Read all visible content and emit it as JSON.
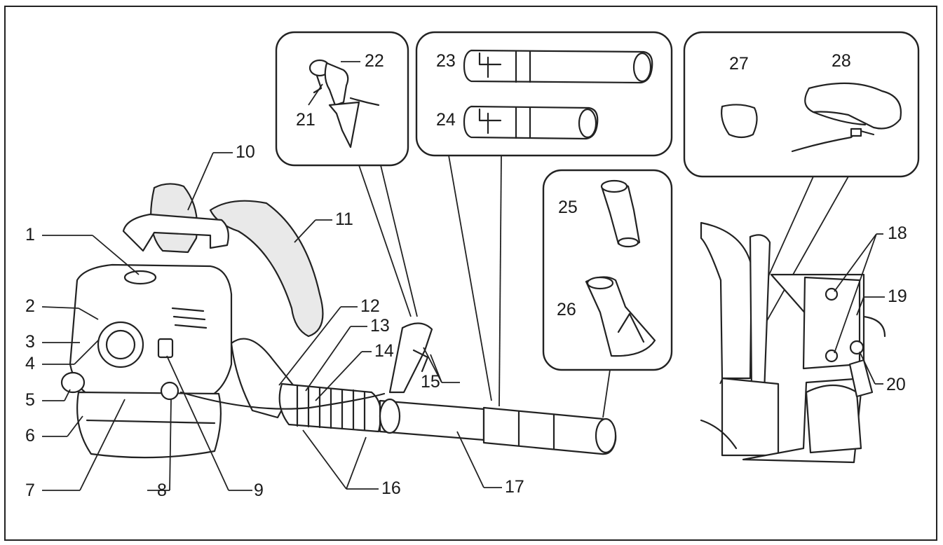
{
  "figure": {
    "callouts": [
      {
        "id": 1,
        "label": "1"
      },
      {
        "id": 2,
        "label": "2"
      },
      {
        "id": 3,
        "label": "3"
      },
      {
        "id": 4,
        "label": "4"
      },
      {
        "id": 5,
        "label": "5"
      },
      {
        "id": 6,
        "label": "6"
      },
      {
        "id": 7,
        "label": "7"
      },
      {
        "id": 8,
        "label": "8"
      },
      {
        "id": 9,
        "label": "9"
      },
      {
        "id": 10,
        "label": "10"
      },
      {
        "id": 11,
        "label": "11"
      },
      {
        "id": 12,
        "label": "12"
      },
      {
        "id": 13,
        "label": "13"
      },
      {
        "id": 14,
        "label": "14"
      },
      {
        "id": 15,
        "label": "15"
      },
      {
        "id": 16,
        "label": "16"
      },
      {
        "id": 17,
        "label": "17"
      },
      {
        "id": 18,
        "label": "18"
      },
      {
        "id": 19,
        "label": "19"
      },
      {
        "id": 20,
        "label": "20"
      },
      {
        "id": 21,
        "label": "21"
      },
      {
        "id": 22,
        "label": "22"
      },
      {
        "id": 23,
        "label": "23"
      },
      {
        "id": 24,
        "label": "24"
      },
      {
        "id": 25,
        "label": "25"
      },
      {
        "id": 26,
        "label": "26"
      },
      {
        "id": 27,
        "label": "27"
      },
      {
        "id": 28,
        "label": "28"
      }
    ]
  }
}
